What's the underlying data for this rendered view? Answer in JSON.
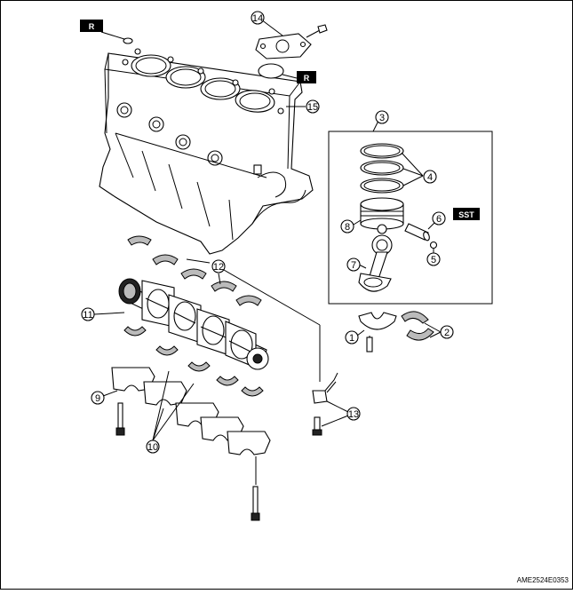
{
  "callouts": {
    "c1": "1",
    "c2": "2",
    "c3": "3",
    "c4": "4",
    "c5": "5",
    "c6": "6",
    "c7": "7",
    "c8": "8",
    "c9": "9",
    "c10": "10",
    "c11": "11",
    "c12": "12",
    "c13": "13",
    "c14": "14",
    "c15": "15"
  },
  "tags": {
    "replace_top": "R",
    "replace_right": "R",
    "special_tool": "SST"
  },
  "figure_code": "AME2524E0353"
}
